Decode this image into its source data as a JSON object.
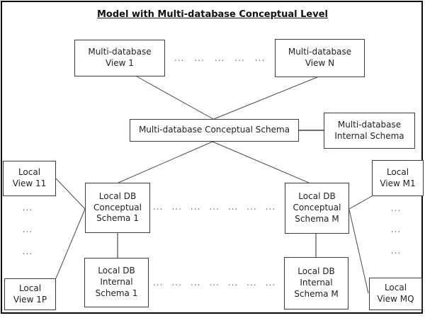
{
  "page": {
    "title": "Model with Multi-database Conceptual Level"
  },
  "boxes": {
    "mdb_view_1": {
      "label": "Multi-database\nView 1"
    },
    "mdb_view_n": {
      "label": "Multi-database\nView N"
    },
    "mdb_conceptual_schema": {
      "label": "Multi-database Conceptual Schema"
    },
    "mdb_internal_schema": {
      "label": "Multi-database\nInternal Schema"
    },
    "local_view_11": {
      "label": "Local\nView 11"
    },
    "local_view_1p": {
      "label": "Local\nView 1P"
    },
    "local_view_m1": {
      "label": "Local\nView M1"
    },
    "local_view_mq": {
      "label": "Local\nView MQ"
    },
    "local_db_conceptual_1": {
      "label": "Local DB\nConceptual\nSchema 1"
    },
    "local_db_conceptual_m": {
      "label": "Local DB\nConceptual\nSchema M"
    },
    "local_db_internal_1": {
      "label": "Local DB\nInternal\nSchema 1"
    },
    "local_db_internal_m": {
      "label": "Local DB\nInternal\nSchema M"
    }
  },
  "dots": {
    "top_row": [
      "...",
      "...",
      "...",
      "...",
      "...",
      "..."
    ],
    "middle_row": [
      "...",
      "...",
      "...",
      "...",
      "...",
      "...",
      "...",
      "..."
    ],
    "bottom_row": [
      "...",
      "...",
      "...",
      "...",
      "...",
      "...",
      "...",
      "..."
    ],
    "left_column": [
      "...",
      "...",
      "..."
    ],
    "right_column": [
      "...",
      "...",
      "..."
    ]
  },
  "colors": {
    "frame_border": "#0a0a0a",
    "box_border": "#3c3c3c",
    "connector_line": "#4a4a4a",
    "text": "#222222",
    "dots": "#6b6b6b",
    "background": "#ffffff"
  }
}
